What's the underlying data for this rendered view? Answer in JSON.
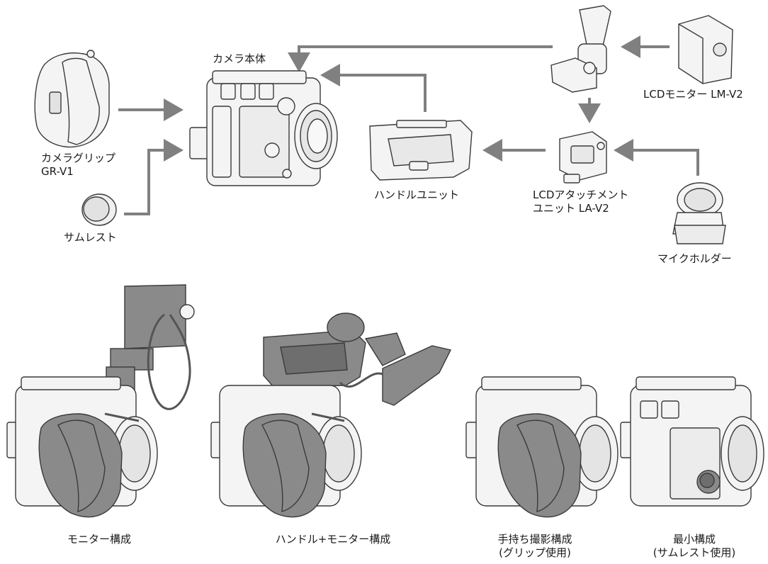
{
  "colors": {
    "arrow": "#808080",
    "line": "#3a3a3a",
    "fill": "#f4f4f4",
    "grip": "#8a8a8a"
  },
  "labels": {
    "camera_body": "カメラ本体",
    "camera_grip_line1": "カメラグリップ",
    "camera_grip_line2": "GR-V1",
    "thumb_rest": "サムレスト",
    "handle_unit": "ハンドルユニット",
    "lcd_monitor": "LCDモニター LM-V2",
    "lcd_attachment_line1": "LCDアタッチメント",
    "lcd_attachment_line2": "ユニット LA-V2",
    "mic_holder": "マイクホルダー"
  },
  "configs": [
    {
      "line1": "モニター構成",
      "line2": ""
    },
    {
      "line1": "ハンドル+モニター構成",
      "line2": ""
    },
    {
      "line1": "手持ち撮影構成",
      "line2": "(グリップ使用)"
    },
    {
      "line1": "最小構成",
      "line2": "(サムレスト使用)"
    }
  ]
}
